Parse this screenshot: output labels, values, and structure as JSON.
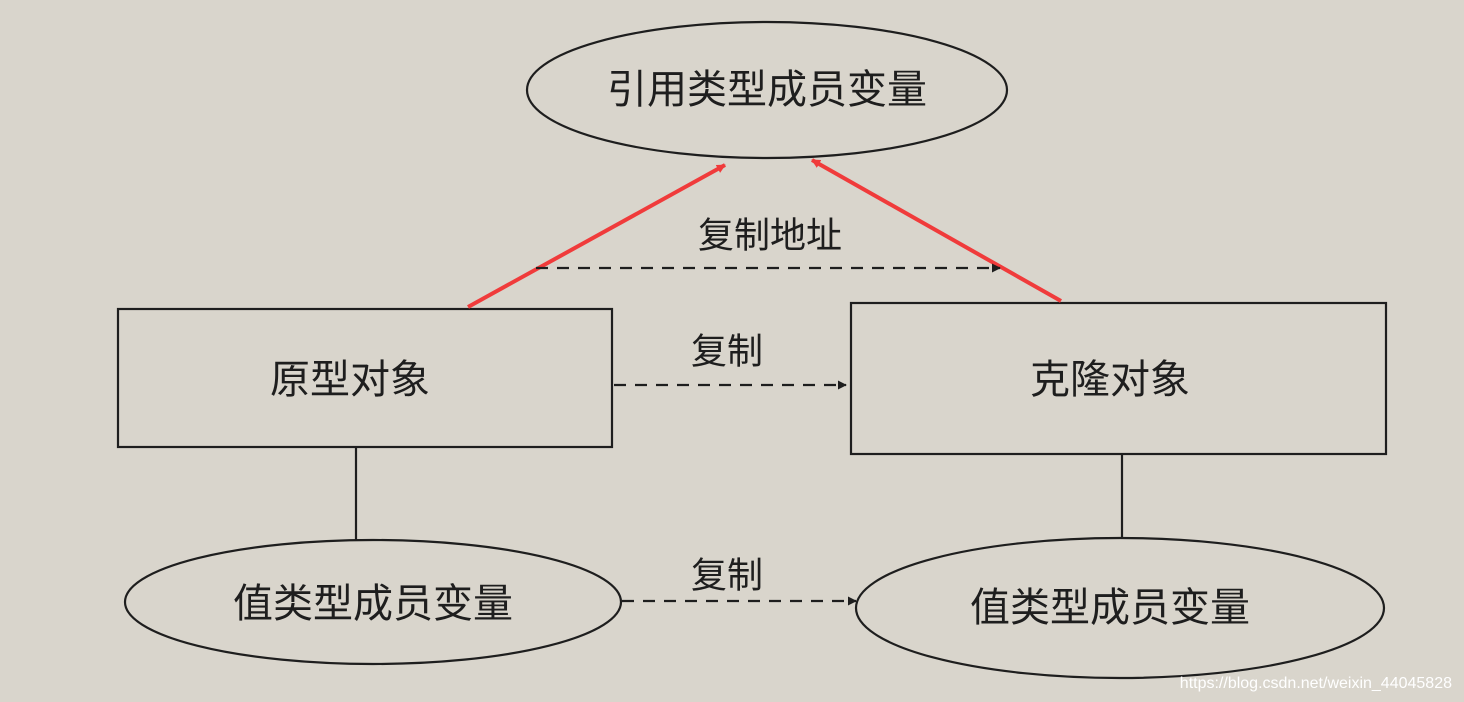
{
  "nodes": {
    "ref_member": {
      "label": "引用类型成员变量"
    },
    "prototype": {
      "label": "原型对象"
    },
    "clone": {
      "label": "克隆对象"
    },
    "value_member_left": {
      "label": "值类型成员变量"
    },
    "value_member_right": {
      "label": "值类型成员变量"
    }
  },
  "edges": {
    "copy_address": {
      "label": "复制地址"
    },
    "copy_object": {
      "label": "复制"
    },
    "copy_value": {
      "label": "复制"
    }
  },
  "colors": {
    "ink": "#1e1e1e",
    "highlight": "#f03b3b",
    "paper": "#d9d5cc"
  },
  "watermark": "https://blog.csdn.net/weixin_44045828"
}
